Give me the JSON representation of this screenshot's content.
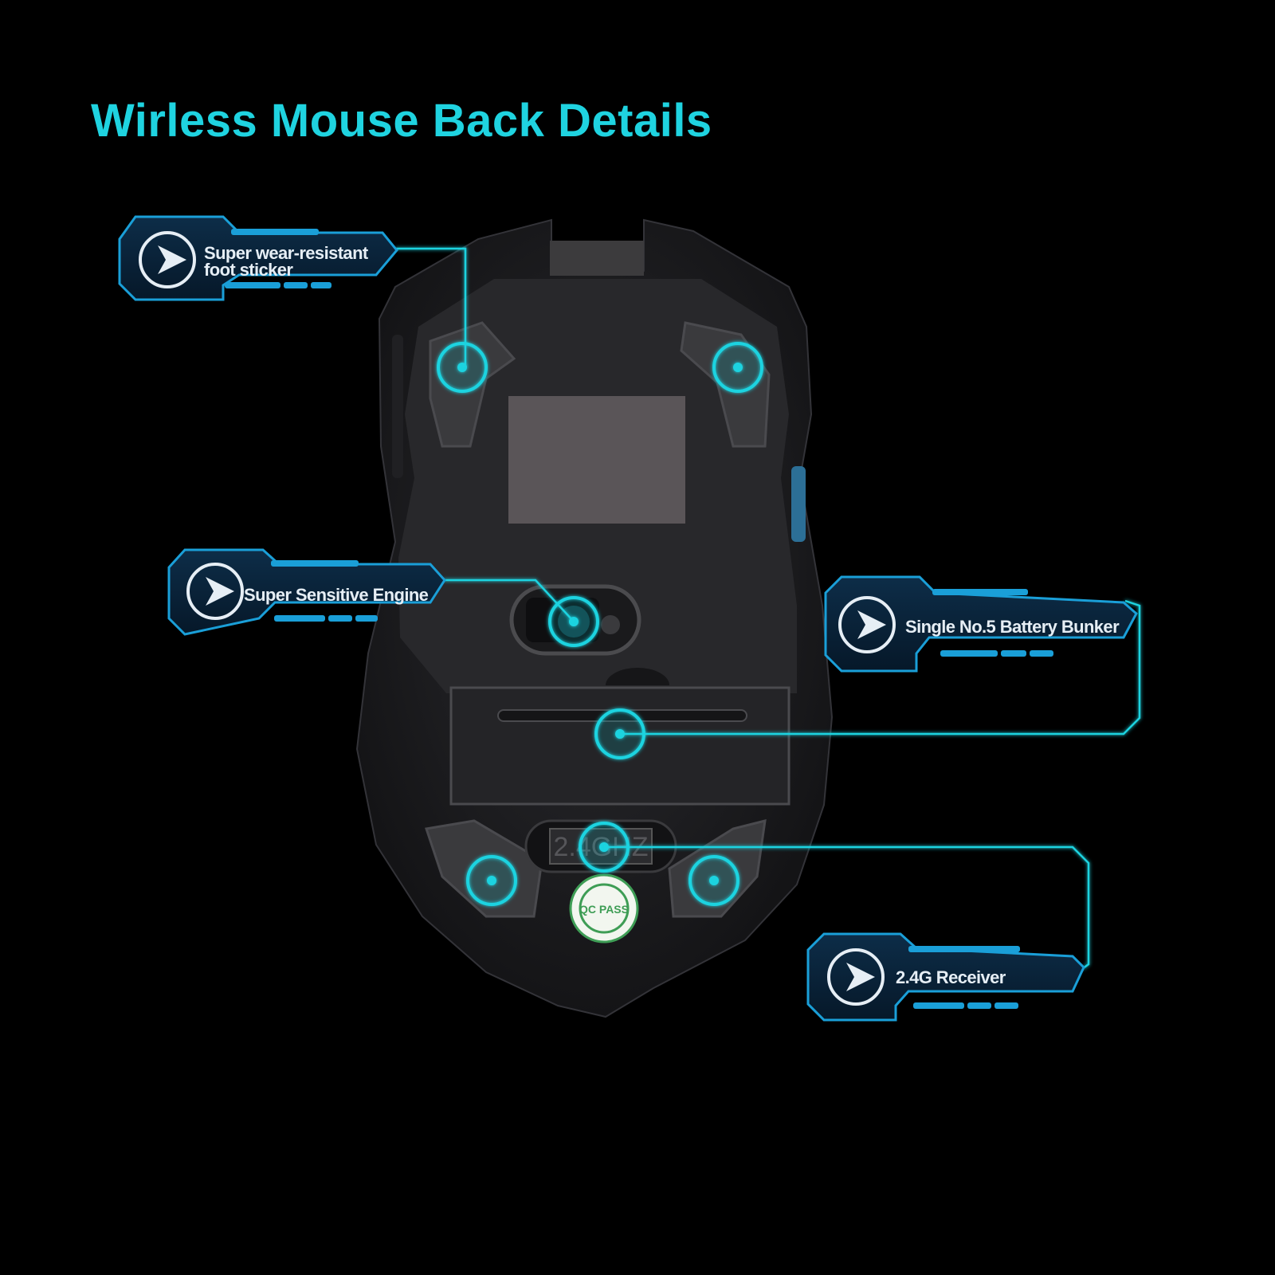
{
  "title": "Wirless Mouse Back Details",
  "colors": {
    "background": "#000000",
    "accent": "#1fd3e0",
    "callout_fill": "#0a2338",
    "callout_border": "#1a9fd8",
    "mouse_body": "#1c1c1f",
    "mouse_panel": "#29292c"
  },
  "callouts": [
    {
      "lines": [
        "Super wear-resistant",
        "foot sticker"
      ],
      "icon": "chevron-right-icon"
    },
    {
      "lines": [
        "Super Sensitive Engine"
      ],
      "icon": "chevron-right-icon"
    },
    {
      "lines": [
        "Single No.5 Battery Bunker"
      ],
      "icon": "chevron-right-icon"
    },
    {
      "lines": [
        "2.4G Receiver"
      ],
      "icon": "chevron-right-icon"
    }
  ],
  "mouse": {
    "receiver_label": "2.4GHZ",
    "sticker_text": "QC PASS"
  }
}
